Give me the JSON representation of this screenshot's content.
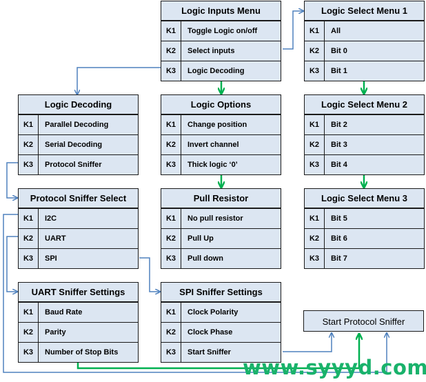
{
  "menus": [
    {
      "title": "Logic Inputs Menu",
      "rows": [
        {
          "key": "K1",
          "label": "Toggle Logic on/off"
        },
        {
          "key": "K2",
          "label": "Select inputs"
        },
        {
          "key": "K3",
          "label": "Logic Decoding"
        }
      ]
    },
    {
      "title": "Logic Select Menu 1",
      "rows": [
        {
          "key": "K1",
          "label": "All"
        },
        {
          "key": "K2",
          "label": "Bit 0"
        },
        {
          "key": "K3",
          "label": "Bit 1"
        }
      ]
    },
    {
      "title": "Logic Decoding",
      "rows": [
        {
          "key": "K1",
          "label": "Parallel Decoding"
        },
        {
          "key": "K2",
          "label": "Serial Decoding"
        },
        {
          "key": "K3",
          "label": "Protocol Sniffer"
        }
      ]
    },
    {
      "title": "Logic Options",
      "rows": [
        {
          "key": "K1",
          "label": "Change position"
        },
        {
          "key": "K2",
          "label": "Invert channel"
        },
        {
          "key": "K3",
          "label": "Thick logic ‘0’"
        }
      ]
    },
    {
      "title": "Logic Select Menu 2",
      "rows": [
        {
          "key": "K1",
          "label": "Bit 2"
        },
        {
          "key": "K2",
          "label": "Bit 3"
        },
        {
          "key": "K3",
          "label": "Bit 4"
        }
      ]
    },
    {
      "title": "Protocol Sniffer Select",
      "rows": [
        {
          "key": "K1",
          "label": "I2C"
        },
        {
          "key": "K2",
          "label": "UART"
        },
        {
          "key": "K3",
          "label": "SPI"
        }
      ]
    },
    {
      "title": "Pull Resistor",
      "rows": [
        {
          "key": "K1",
          "label": "No pull resistor"
        },
        {
          "key": "K2",
          "label": "Pull Up"
        },
        {
          "key": "K3",
          "label": "Pull down"
        }
      ]
    },
    {
      "title": "Logic Select Menu 3",
      "rows": [
        {
          "key": "K1",
          "label": "Bit 5"
        },
        {
          "key": "K2",
          "label": "Bit 6"
        },
        {
          "key": "K3",
          "label": "Bit 7"
        }
      ]
    },
    {
      "title": "UART Sniffer Settings",
      "rows": [
        {
          "key": "K1",
          "label": "Baud Rate"
        },
        {
          "key": "K2",
          "label": "Parity"
        },
        {
          "key": "K3",
          "label": "Number of Stop Bits"
        }
      ]
    },
    {
      "title": "SPI Sniffer Settings",
      "rows": [
        {
          "key": "K1",
          "label": "Clock Polarity"
        },
        {
          "key": "K2",
          "label": "Clock Phase"
        },
        {
          "key": "K3",
          "label": "Start Sniffer"
        }
      ]
    }
  ],
  "start_box": "Start Protocol Sniffer",
  "watermark": "www.syyyd.com",
  "colors": {
    "box_fill": "#dce6f2",
    "link_blue": "#4f81bd",
    "arrow_green": "#00b050"
  }
}
